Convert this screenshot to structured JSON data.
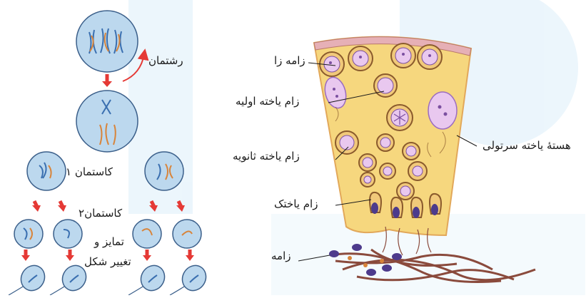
{
  "colors": {
    "background_shape": "#dceefa",
    "cell_fill": "#bcd8ee",
    "cell_stroke": "#3b5f8a",
    "chromosome_blue": "#3a6fb0",
    "chromosome_orange": "#d8843a",
    "arrow_red": "#e53935",
    "tubule_fill": "#f6d77e",
    "tubule_border": "#e2a85a",
    "membrane_pink": "#e6b0b6",
    "spermatid_purple": "#7b4fa0",
    "nucleus_purple": "#9b6cc0",
    "sertoli_fill": "#e9c8ef",
    "sperm_tail": "#8a4a3c"
  },
  "left_panel": {
    "label_spindle": "رشتمان",
    "label_meiosis1": "کاستمان ۱",
    "label_meiosis2": "کاستمان۲",
    "label_differentiation_line1": "تمایز و",
    "label_differentiation_line2": "تغییر شکل"
  },
  "right_panel": {
    "label_spermatogonium": "زامه زا",
    "label_primary_spermatocyte": "زام یاخته اولیه",
    "label_secondary_spermatocyte": "زام یاخته ثانویه",
    "label_spermatid": "زام یاختک",
    "label_sperm": "زامه",
    "label_sertoli_nucleus": "هستهٔ یاخته سرتولی"
  }
}
